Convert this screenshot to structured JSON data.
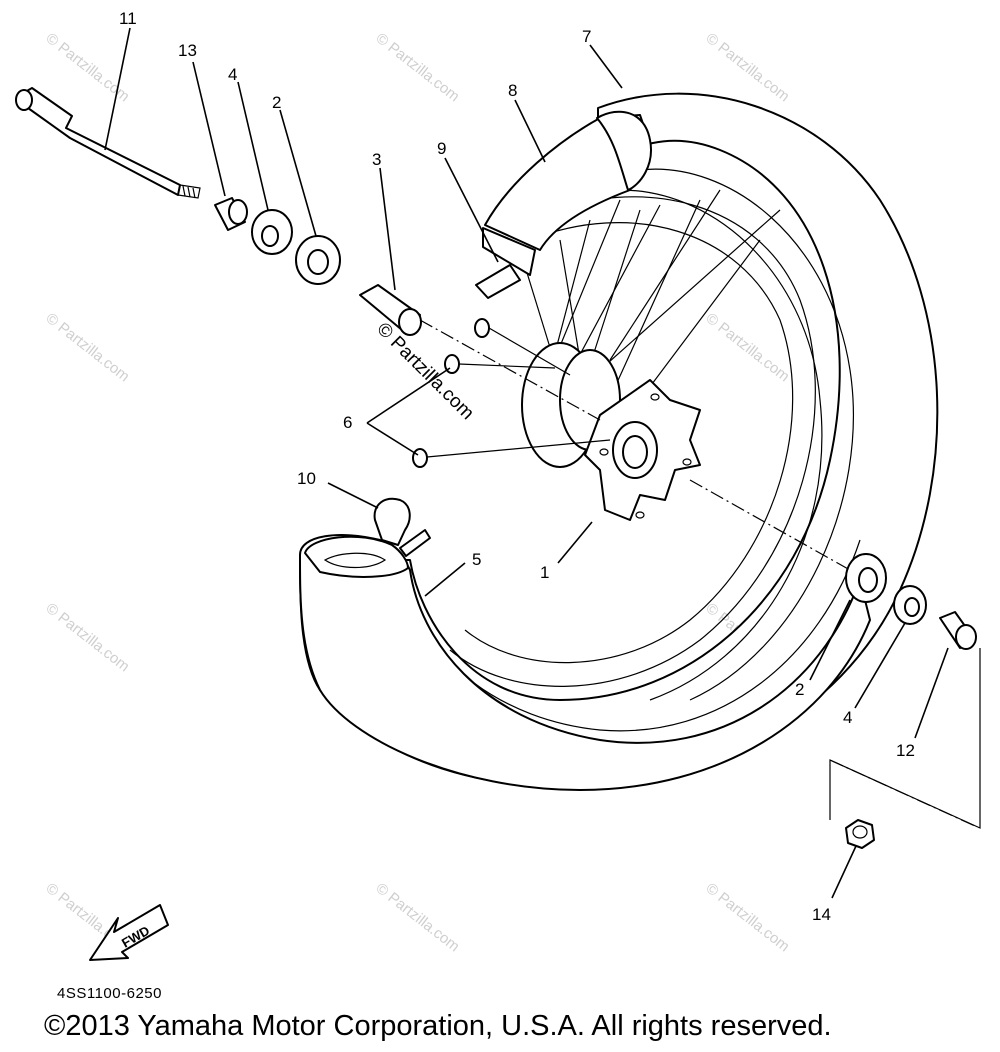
{
  "diagram": {
    "callouts": {
      "c1": "1",
      "c2a": "2",
      "c2b": "2",
      "c3": "3",
      "c4a": "4",
      "c4b": "4",
      "c5": "5",
      "c6": "6",
      "c7": "7",
      "c8": "8",
      "c9": "9",
      "c10": "10",
      "c11": "11",
      "c12": "12",
      "c13": "13",
      "c14": "14"
    },
    "fwd_label": "FWD",
    "watermark": "© Partzilla.com",
    "center_watermark": "© Partzilla.com"
  },
  "footer": {
    "part_code": "4SS1100-6250",
    "copyright": "©2013 Yamaha Motor Corporation, U.S.A. All rights reserved."
  }
}
